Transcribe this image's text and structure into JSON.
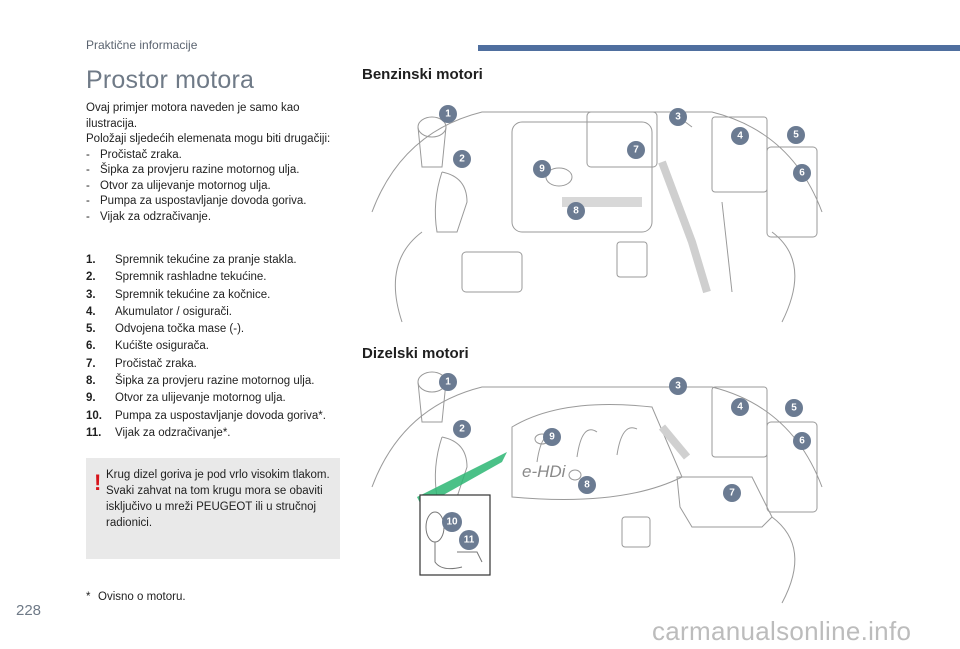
{
  "header": {
    "title": "Praktične informacije"
  },
  "section_title": "Prostor motora",
  "intro": {
    "line1": "Ovaj primjer motora naveden je samo kao ilustracija.",
    "line2": "Položaji sljedećih elemenata mogu biti drugačiji:",
    "bullets": [
      "Pročistač zraka.",
      "Šipka za provjeru razine motornog ulja.",
      "Otvor za ulijevanje motornog ulja.",
      "Pumpa za uspostavljanje dovoda goriva.",
      "Vijak za odzračivanje."
    ]
  },
  "components": [
    {
      "num": "1.",
      "label": "Spremnik tekućine za pranje stakla."
    },
    {
      "num": "2.",
      "label": "Spremnik rashladne tekućine."
    },
    {
      "num": "3.",
      "label": "Spremnik tekućine za kočnice."
    },
    {
      "num": "4.",
      "label": "Akumulator / osigurači."
    },
    {
      "num": "5.",
      "label": "Odvojena točka mase (-)."
    },
    {
      "num": "6.",
      "label": "Kućište osigurača."
    },
    {
      "num": "7.",
      "label": "Pročistač zraka."
    },
    {
      "num": "8.",
      "label": "Šipka za provjeru razine motornog ulja."
    },
    {
      "num": "9.",
      "label": "Otvor za ulijevanje motornog ulja."
    },
    {
      "num": "10.",
      "label": "Pumpa za uspostavljanje dovoda goriva*."
    },
    {
      "num": "11.",
      "label": "Vijak za odzračivanje*."
    }
  ],
  "warning": {
    "symbol": "!",
    "line1": "Krug dizel goriva je pod vrlo visokim tlakom.",
    "line2": "Svaki zahvat na tom krugu mora se obaviti isključivo u mreži PEUGEOT ili u stručnoj radionici."
  },
  "footnote": {
    "mark": "*",
    "text": "Ovisno o motoru."
  },
  "page_number": "228",
  "petrol": {
    "title": "Benzinski motori",
    "markers": [
      "1",
      "2",
      "3",
      "4",
      "5",
      "6",
      "7",
      "8",
      "9"
    ]
  },
  "diesel": {
    "title": "Dizelski motori",
    "logo_text": "e-HDi",
    "markers": [
      "1",
      "2",
      "3",
      "4",
      "5",
      "6",
      "7",
      "8",
      "9",
      "10",
      "11"
    ]
  },
  "colors": {
    "marker": "#6b7b92",
    "accent_bar": "#4f6f9f",
    "warning_symbol": "#d7141a",
    "highlight": "#2bb673"
  },
  "watermark": "carmanualsonline.info"
}
